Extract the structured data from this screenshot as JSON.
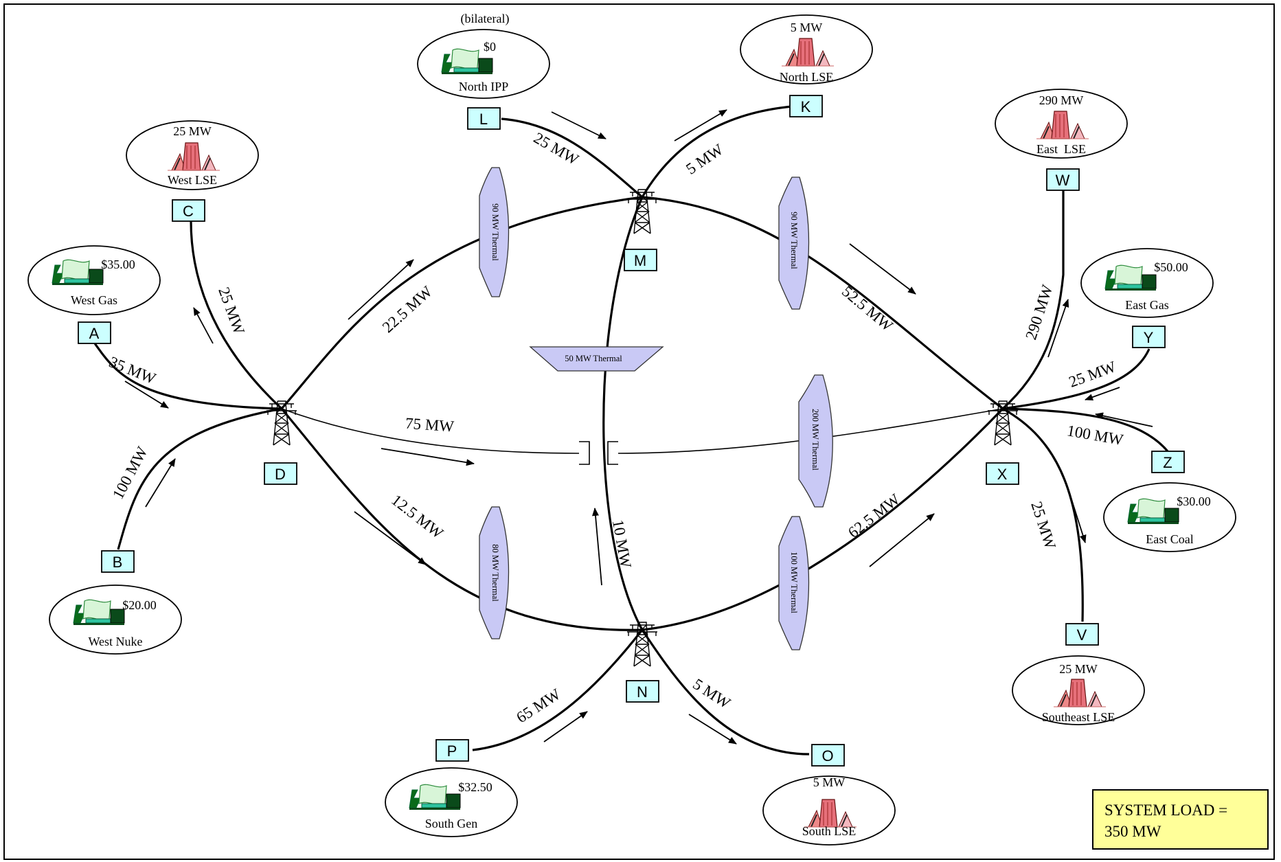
{
  "nodes": {
    "A": "A",
    "B": "B",
    "C": "C",
    "D": "D",
    "K": "K",
    "L": "L",
    "M": "M",
    "N": "N",
    "O": "O",
    "P": "P",
    "V": "V",
    "W": "W",
    "X": "X",
    "Y": "Y",
    "Z": "Z"
  },
  "generators": {
    "west_gas": {
      "name": "West Gas",
      "price": "$35.00"
    },
    "west_nuke": {
      "name": "West Nuke",
      "price": "$20.00"
    },
    "north_ipp": {
      "name": "North IPP",
      "price": "$0",
      "note": "(bilateral)"
    },
    "south_gen": {
      "name": "South Gen",
      "price": "$32.50"
    },
    "east_gas": {
      "name": "East Gas",
      "price": "$50.00"
    },
    "east_coal": {
      "name": "East Coal",
      "price": "$30.00"
    }
  },
  "loads": {
    "west_lse": {
      "name": "West LSE",
      "mw": "25 MW"
    },
    "north_lse": {
      "name": "North LSE",
      "mw": "5 MW"
    },
    "east_lse": {
      "name": "East  LSE",
      "mw": "290 MW"
    },
    "south_lse": {
      "name": "South LSE",
      "mw": "5 MW"
    },
    "southeast_lse": {
      "name": "Southeast LSE",
      "mw": "25 MW"
    }
  },
  "flows": {
    "a_d": "35 MW",
    "b_d": "100 MW",
    "c_d": "25 MW",
    "l_m": "25 MW",
    "m_k": "5 MW",
    "d_m": "22.5 MW",
    "m_x": "52.5 MW",
    "d_x": "75 MW",
    "d_n": "12.5 MW",
    "n_m": "10 MW",
    "n_x": "62.5 MW",
    "p_n": "65 MW",
    "n_o": "5 MW",
    "x_w": "290 MW",
    "y_x": "25 MW",
    "z_x": "100 MW",
    "x_v": "25 MW"
  },
  "limits": {
    "d_m": "90 MW Thermal",
    "m_x": "90 MW Thermal",
    "m_n": "50 MW Thermal",
    "d_x": "200 MW Thermal",
    "d_n": "80 MW Thermal",
    "n_x": "100 MW Thermal"
  },
  "system_load": {
    "line1": "SYSTEM LOAD =",
    "line2": "350 MW"
  }
}
